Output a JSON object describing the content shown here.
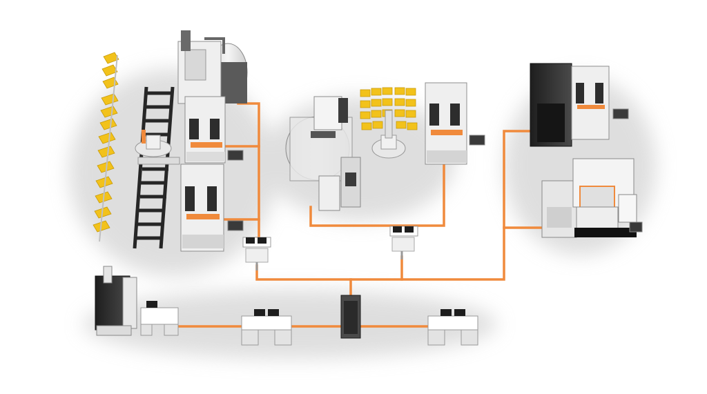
{
  "diagram": {
    "title": "",
    "colors": {
      "background": "#ffffff",
      "network_line": "#f08a3c",
      "machine_body": "#e6e6e6",
      "machine_light": "#f4f4f4",
      "machine_dark": "#2e2e2e",
      "machine_mid": "#9a9a9a",
      "tray_yellow": "#f2c21b",
      "conveyor": "#2a2a2a",
      "shadow": "#bdbdbd"
    },
    "nodes": [
      {
        "id": "pallet-rack",
        "kind": "tray-rack"
      },
      {
        "id": "conveyor-track",
        "kind": "conveyor"
      },
      {
        "id": "robot-left",
        "kind": "robot"
      },
      {
        "id": "large-machine-top-left",
        "kind": "machining-center"
      },
      {
        "id": "edm-machine-left-upper",
        "kind": "wire-edm"
      },
      {
        "id": "edm-machine-left-lower",
        "kind": "wire-edm"
      },
      {
        "id": "workstation-left",
        "kind": "workstation"
      },
      {
        "id": "round-machine-center",
        "kind": "milling-center"
      },
      {
        "id": "robot-center",
        "kind": "robot"
      },
      {
        "id": "tray-rack-center",
        "kind": "tray-rack"
      },
      {
        "id": "edm-machine-center",
        "kind": "wire-edm"
      },
      {
        "id": "workstation-center",
        "kind": "workstation"
      },
      {
        "id": "dark-cabinet-machine",
        "kind": "cabinet-machine"
      },
      {
        "id": "edm-machine-right-upper",
        "kind": "wire-edm"
      },
      {
        "id": "die-sinking-machine-right",
        "kind": "die-sinking-edm"
      },
      {
        "id": "cmm-machine",
        "kind": "measuring-machine"
      },
      {
        "id": "office-desk-left",
        "kind": "desk"
      },
      {
        "id": "office-desk-center",
        "kind": "desk"
      },
      {
        "id": "server-tower",
        "kind": "server"
      },
      {
        "id": "office-desk-right",
        "kind": "desk"
      }
    ]
  }
}
